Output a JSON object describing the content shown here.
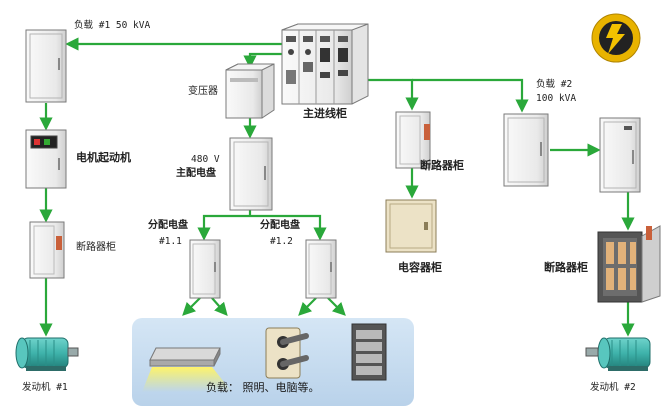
{
  "colors": {
    "connector": "#2aa83a",
    "cabinet_fill": "#f2f2f2",
    "cabinet_stroke": "#7a7a7a",
    "load_panel": "#c7dcef",
    "motor": "#49b9b1",
    "logo_ring": "#e8b300",
    "logo_disc": "#222222"
  },
  "labels": {
    "load1": "负载 #1 50 kVA",
    "transformer": "变压器",
    "main_incoming": "主进线柜",
    "load2_name": "负载 #2",
    "load2_kva": "100 kVA",
    "voltage": "480 V",
    "main_panel": "主配电盘",
    "motor_starter": "电机起动机",
    "breaker_left": "断路器柜",
    "breaker_mid": "断路器柜",
    "capacitor": "电容器柜",
    "breaker_right": "断路器柜",
    "sub1_name": "分配电盘",
    "sub1_id": "#1.1",
    "sub2_name": "分配电盘",
    "sub2_id": "#1.2",
    "loads_caption": "负载：  照明、电脑等。",
    "gen1": "发动机 #1",
    "gen2": "发动机 #2"
  },
  "icons": {
    "logo": "lightning-bolt-icon",
    "light": "light-fixture-icon",
    "outlet": "power-outlet-icon",
    "server": "server-rack-icon"
  }
}
